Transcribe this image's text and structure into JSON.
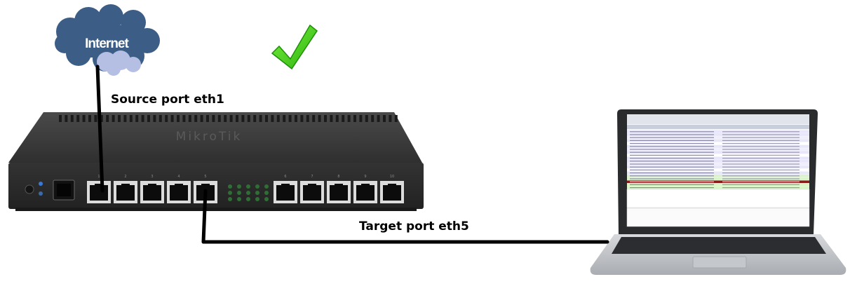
{
  "cloud": {
    "label": "Internet"
  },
  "router": {
    "brand": "MikroTik",
    "port_numbers_top": [
      "1",
      "2",
      "3",
      "4",
      "5"
    ],
    "port_numbers_right": [
      "6",
      "7",
      "8",
      "9",
      "10"
    ]
  },
  "links": {
    "source": {
      "label": "Source port eth1"
    },
    "target": {
      "label": "Target port eth5"
    }
  },
  "status": {
    "icon": "checkmark-icon",
    "color": "#3fd11a"
  },
  "colors": {
    "cable": "#000000",
    "router_body": "#3b3b3b",
    "cloud": "#3c5d86",
    "laptop": "#c9ccd1"
  }
}
